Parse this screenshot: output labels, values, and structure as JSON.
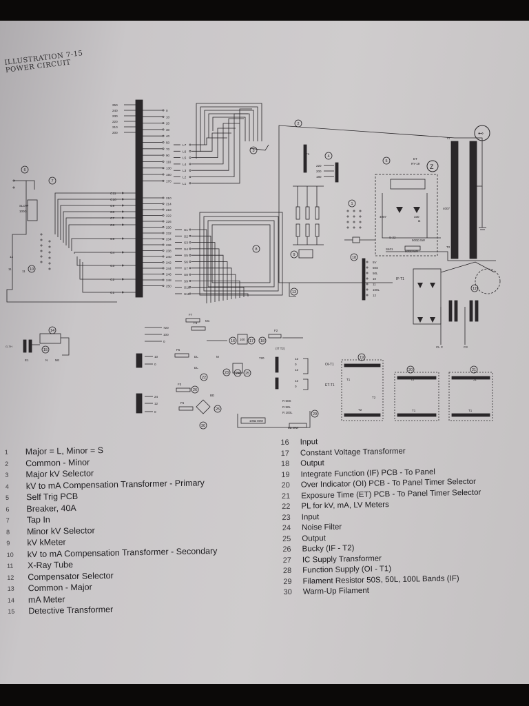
{
  "figure": {
    "title_line1": "ILLUSTRATION 7-15",
    "title_line2": "POWER CIRCUIT"
  },
  "diagram": {
    "top_taps": [
      "250",
      "240",
      "230",
      "220",
      "210",
      "200"
    ],
    "tap_right": [
      "0",
      "10",
      "20",
      "30",
      "40",
      "50",
      "70",
      "90",
      "110",
      "130",
      "150",
      "170"
    ],
    "L_labels": [
      "L7",
      "L6",
      "L5",
      "L4",
      "L3",
      "L2",
      "L1"
    ],
    "C_labels": [
      "C11",
      "C10",
      "C9",
      "C8",
      "C7",
      "C6",
      "C5",
      "C4",
      "C3",
      "C2",
      "C1"
    ],
    "mid_taps": [
      "210",
      "214",
      "218",
      "222",
      "226",
      "230",
      "232",
      "234",
      "236",
      "238",
      "240",
      "242",
      "244",
      "246",
      "248",
      "250"
    ],
    "S_labels": [
      "S1",
      "S2",
      "S3",
      "S4",
      "S5",
      "S6",
      "S7",
      "S8",
      "S9",
      "S10",
      "S11"
    ],
    "transformer_taps": [
      "220",
      "200",
      "180"
    ],
    "mA_labels": [
      "5V",
      "50S",
      "50L",
      "10",
      "11",
      "100L",
      "12"
    ],
    "if_t1": "IF-T1",
    "oi_t1": "OI-T1",
    "et_t1": "ET-T1",
    "et_ry": "ET\nRY-19",
    "resistor_labels": [
      "4007",
      "4007",
      "4007",
      "330 Ω",
      "S401",
      "S-22",
      "500Ω 5W",
      "5ΩΩ 5W"
    ],
    "bottom_taps": [
      "720",
      "100",
      "0"
    ],
    "bottom_left_taps": [
      "10",
      "0",
      "24",
      "12",
      "0"
    ],
    "misc_labels": [
      "SLOW",
      "100Ω",
      "E1",
      "N",
      "NE",
      "DL",
      "DL",
      "BD",
      "M1",
      "F7",
      "F8",
      "F3",
      "F4",
      "F6",
      "F2",
      "(IT T2)",
      "CL C",
      "C3",
      "R 50S",
      "R 50L",
      "R 100L",
      "100Ω 80W",
      "5Ω 20W",
      "T1",
      "T2",
      "T2",
      "T1",
      "T1",
      "J1"
    ],
    "callouts": [
      "1",
      "2",
      "3",
      "4",
      "5",
      "6",
      "7",
      "8",
      "9",
      "10",
      "11",
      "12",
      "13",
      "14",
      "15",
      "16",
      "17",
      "18",
      "19",
      "20",
      "21",
      "22",
      "23",
      "24",
      "25",
      "26",
      "27",
      "28",
      "29",
      "30"
    ]
  },
  "legend_left": [
    {
      "num": "1",
      "text": "Major = L, Minor = S"
    },
    {
      "num": "2",
      "text": "Common - Minor"
    },
    {
      "num": "3",
      "text": "Major kV Selector"
    },
    {
      "num": "4",
      "text": "kV to mA Compensation Transformer - Primary"
    },
    {
      "num": "5",
      "text": "Self Trig PCB"
    },
    {
      "num": "6",
      "text": "Breaker, 40A"
    },
    {
      "num": "7",
      "text": "Tap In"
    },
    {
      "num": "8",
      "text": "Minor kV Selector"
    },
    {
      "num": "9",
      "text": "kV kMeter"
    },
    {
      "num": "10",
      "text": "kV to mA Compensation Transformer - Secondary"
    },
    {
      "num": "11",
      "text": "X-Ray Tube"
    },
    {
      "num": "12",
      "text": "Compensator Selector"
    },
    {
      "num": "13",
      "text": "Common - Major"
    },
    {
      "num": "14",
      "text": "mA Meter"
    },
    {
      "num": "15",
      "text": "Detective Transformer"
    }
  ],
  "legend_right": [
    {
      "num": "16",
      "text": "Input"
    },
    {
      "num": "17",
      "text": "Constant Voltage Transformer"
    },
    {
      "num": "18",
      "text": "Output"
    },
    {
      "num": "19",
      "text": "Integrate Function (IF) PCB - To Panel"
    },
    {
      "num": "20",
      "text": "Over Indicator (OI) PCB - To Panel Timer Selector"
    },
    {
      "num": "21",
      "text": "Exposure Time (ET) PCB - To Panel Timer Selector"
    },
    {
      "num": "22",
      "text": "PL for kV, mA, LV Meters"
    },
    {
      "num": "23",
      "text": "Input"
    },
    {
      "num": "24",
      "text": "Noise Filter"
    },
    {
      "num": "25",
      "text": "Output"
    },
    {
      "num": "26",
      "text": "Bucky (IF - T2)"
    },
    {
      "num": "27",
      "text": "IC Supply Transformer"
    },
    {
      "num": "28",
      "text": "Function Supply (OI - T1)"
    },
    {
      "num": "29",
      "text": "Filament Resistor 50S, 50L, 100L Bands (IF)"
    },
    {
      "num": "30",
      "text": "Warm-Up Filament"
    }
  ]
}
